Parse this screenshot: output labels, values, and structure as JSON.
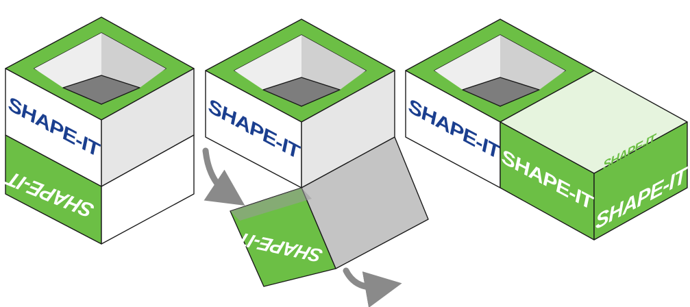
{
  "brand": {
    "logo_text": "SHAPE-IT",
    "colors": {
      "green": "#6cbf45",
      "green_dark": "#5aa536",
      "lid_green_pale": "#e6f4de",
      "white": "#ffffff",
      "grey_inner": "#cfcfcf",
      "grey_floor": "#808080",
      "grey_panel": "#c4c4c4",
      "logo_blue": "#1b3f8f",
      "arrow_grey": "#8a8a8a"
    }
  },
  "steps": [
    {
      "name": "assembled-box-with-folded-sleeve"
    },
    {
      "name": "sleeve-unfolding"
    },
    {
      "name": "sleeve-covering-box"
    }
  ],
  "arrows": [
    {
      "name": "curved-arrow-down-right"
    },
    {
      "name": "curved-arrow-right"
    }
  ]
}
